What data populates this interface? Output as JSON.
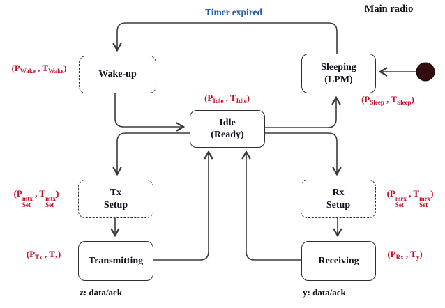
{
  "header": {
    "title": "Main radio",
    "timer_label": "Timer expired"
  },
  "states": {
    "wake_up": {
      "line1": "Wake-up",
      "line2": ""
    },
    "sleeping": {
      "line1": "Sleeping",
      "line2": "(LPM)"
    },
    "idle": {
      "line1": "Idle",
      "line2": "(Ready)"
    },
    "tx_setup": {
      "line1": "Tx",
      "line2": "Setup"
    },
    "rx_setup": {
      "line1": "Rx",
      "line2": "Setup"
    },
    "transmitting": {
      "line1": "Transmitting",
      "line2": ""
    },
    "receiving": {
      "line1": "Receiving",
      "line2": ""
    }
  },
  "params": {
    "wake": {
      "p": "(P",
      "p_sub": "Wake",
      "sep": " , T",
      "t_sub": "Wake",
      "close": ")"
    },
    "idle": {
      "p": "(P",
      "p_sub": "Idle",
      "sep": " , T",
      "t_sub": "Idle",
      "close": ")"
    },
    "sleep": {
      "p": "(P",
      "p_sub": "Sleep",
      "sep": " , T",
      "t_sub": "Sleep",
      "close": ")"
    },
    "tx_setup": {
      "p": "(P",
      "p_sup": "mtx",
      "p_sub": "Set",
      "sep": " , T",
      "t_sup": "mtx",
      "t_sub": "Set",
      "close": ")"
    },
    "rx_setup": {
      "p": "(P",
      "p_sup": "mrx",
      "p_sub": "Set",
      "sep": " , T",
      "t_sup": "mrx",
      "t_sub": "Set",
      "close": ")"
    },
    "tx": {
      "p": "(P",
      "p_sub": "Tx",
      "sep": " , T",
      "t_sub": "z",
      "close": ")"
    },
    "rx": {
      "p": "(P",
      "p_sub": "Rx",
      "sep": " , T",
      "t_sub": "y",
      "close": ")"
    }
  },
  "notes": {
    "tx": "z: data/ack",
    "rx": "y: data/ack"
  },
  "colors": {
    "param_red": "#c40e26",
    "transition_blue": "#1e5aa8",
    "line": "#3a3a3a",
    "initial_dot": "#330d0d",
    "state_text": "#101020"
  }
}
